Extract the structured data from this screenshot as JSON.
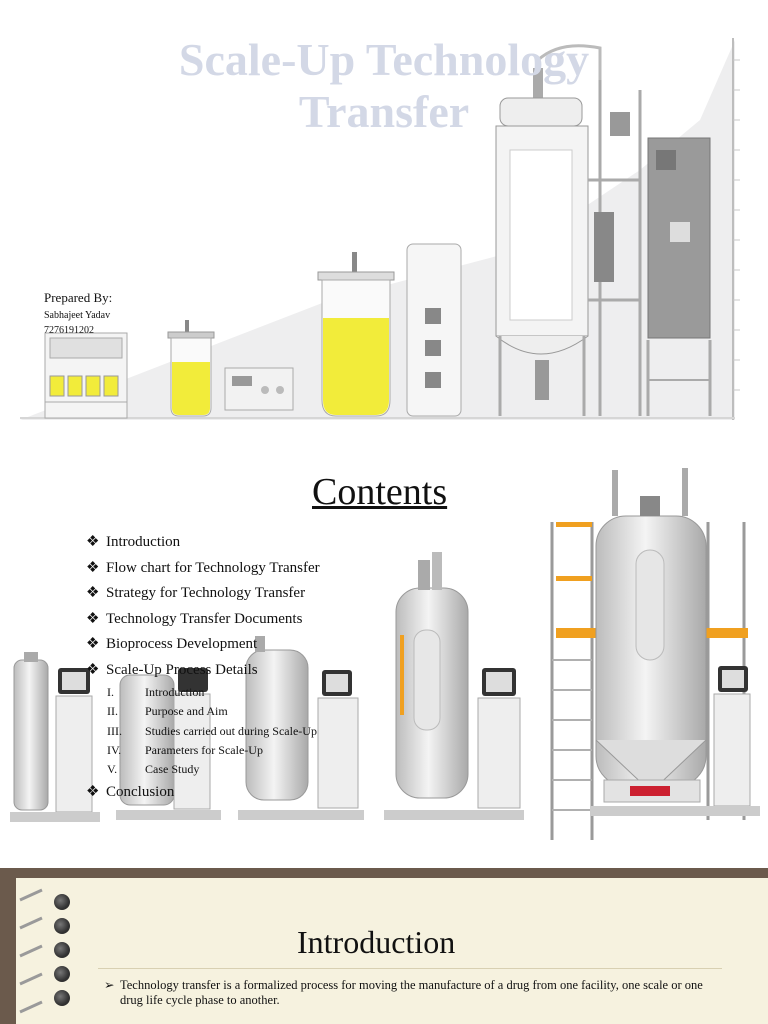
{
  "slide1": {
    "title_line1": "Scale-Up Technology",
    "title_line2": "Transfer",
    "prepared_by_label": "Prepared By:",
    "author": "Sabhajeet Yadav",
    "phone": "7276191202"
  },
  "slide2": {
    "heading": "Contents",
    "bullet_glyph": "❖",
    "items": [
      "Introduction",
      "Flow chart for Technology Transfer",
      "Strategy for Technology Transfer",
      "Technology Transfer Documents",
      "Bioprocess Development",
      "Scale-Up Process Details"
    ],
    "sub_items": [
      {
        "num": "I.",
        "label": "Introduction"
      },
      {
        "num": "II.",
        "label": "Purpose and Aim"
      },
      {
        "num": "III.",
        "label": "Studies carried out during Scale-Up"
      },
      {
        "num": "IV.",
        "label": "Parameters for Scale-Up"
      },
      {
        "num": "V.",
        "label": "Case Study"
      }
    ],
    "last_item": "Conclusion"
  },
  "slide3": {
    "heading": "Introduction",
    "arrow_glyph": "➢",
    "bullet_text": "Technology transfer is a formalized process for moving the manufacture of a drug from one facility, one scale or one drug life cycle phase to another."
  },
  "colors": {
    "title_watermark": "#d3d8e6",
    "liquid_yellow": "#f2ec3a",
    "notebook_paper": "#f6f2df",
    "notebook_frame": "#6b5a4c",
    "scaffold_orange": "#f0a020"
  }
}
